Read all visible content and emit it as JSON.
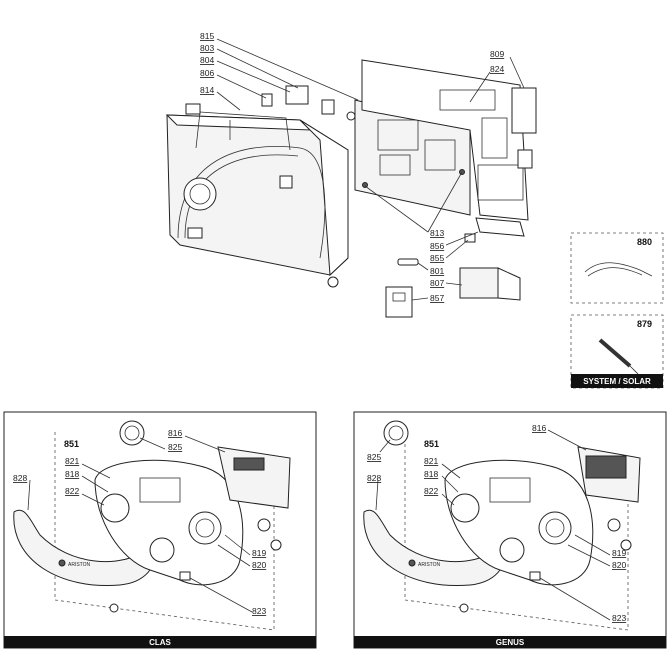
{
  "top_callouts": {
    "c815": "815",
    "c803": "803",
    "c804": "804",
    "c806": "806",
    "c814": "814",
    "c809": "809",
    "c824": "824",
    "c813": "813",
    "c856": "856",
    "c855": "855",
    "c801": "801",
    "c807": "807",
    "c857": "857"
  },
  "boxes": {
    "b880": "880",
    "b879": "879",
    "system_solar": "SYSTEM / SOLAR"
  },
  "clas": {
    "title": "CLAS",
    "c851": "851",
    "c816": "816",
    "c825": "825",
    "c828": "828",
    "c821": "821",
    "c818": "818",
    "c822": "822",
    "c819": "819",
    "c820": "820",
    "c823": "823"
  },
  "genus": {
    "title": "GENUS",
    "c851": "851",
    "c816": "816",
    "c825": "825",
    "c828": "828",
    "c821": "821",
    "c818": "818",
    "c822": "822",
    "c819": "819",
    "c820": "820",
    "c823": "823"
  },
  "brand": {
    "clas_logo": "ARISTON",
    "genus_logo": "ARISTON"
  }
}
